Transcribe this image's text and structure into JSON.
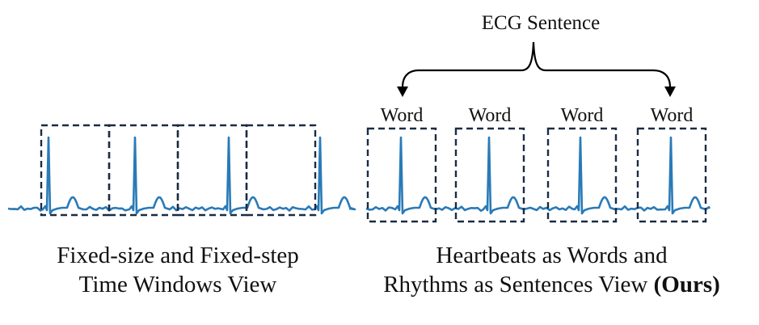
{
  "colors": {
    "ecg": "#2a7ab7",
    "box": "#1a2c44",
    "text": "#111111"
  },
  "sentence_label": "ECG Sentence",
  "word_labels": [
    "Word",
    "Word",
    "Word",
    "Word"
  ],
  "left_caption": {
    "line1": "Fixed-size and Fixed-step",
    "line2": "Time Windows View"
  },
  "right_caption": {
    "line1": "Heartbeats as Words and",
    "line2_prefix": "Rhythms as Sentences View",
    "line2_bold": "(Ours)"
  }
}
